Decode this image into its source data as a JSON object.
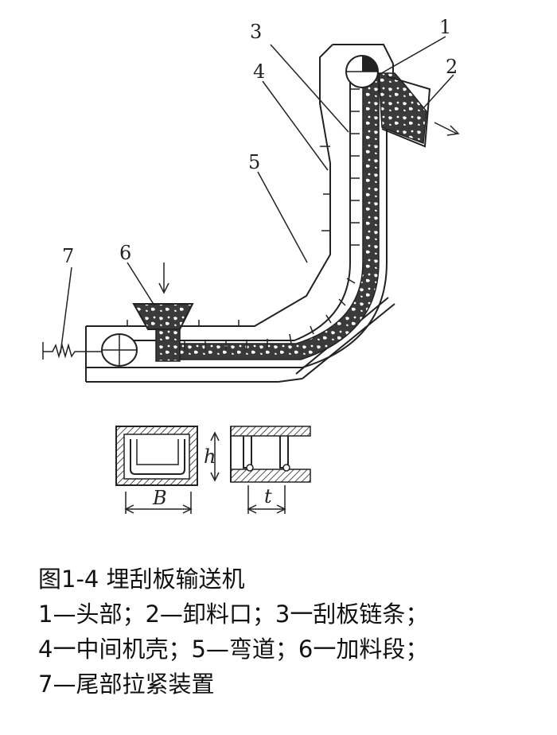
{
  "diagram": {
    "labels": {
      "n1": "1",
      "n2": "2",
      "n3": "3",
      "n4": "4",
      "n5": "5",
      "n6": "6",
      "n7": "7",
      "dim_b": "B",
      "dim_h": "h",
      "dim_t": "t"
    }
  },
  "caption": {
    "title": "图1-4 埋刮板输送机",
    "lines": [
      "1—头部；2—卸料口；3一刮板链条；",
      "4一中间机壳；5—弯道；6一加料段；",
      "7—尾部拉紧装置"
    ]
  }
}
